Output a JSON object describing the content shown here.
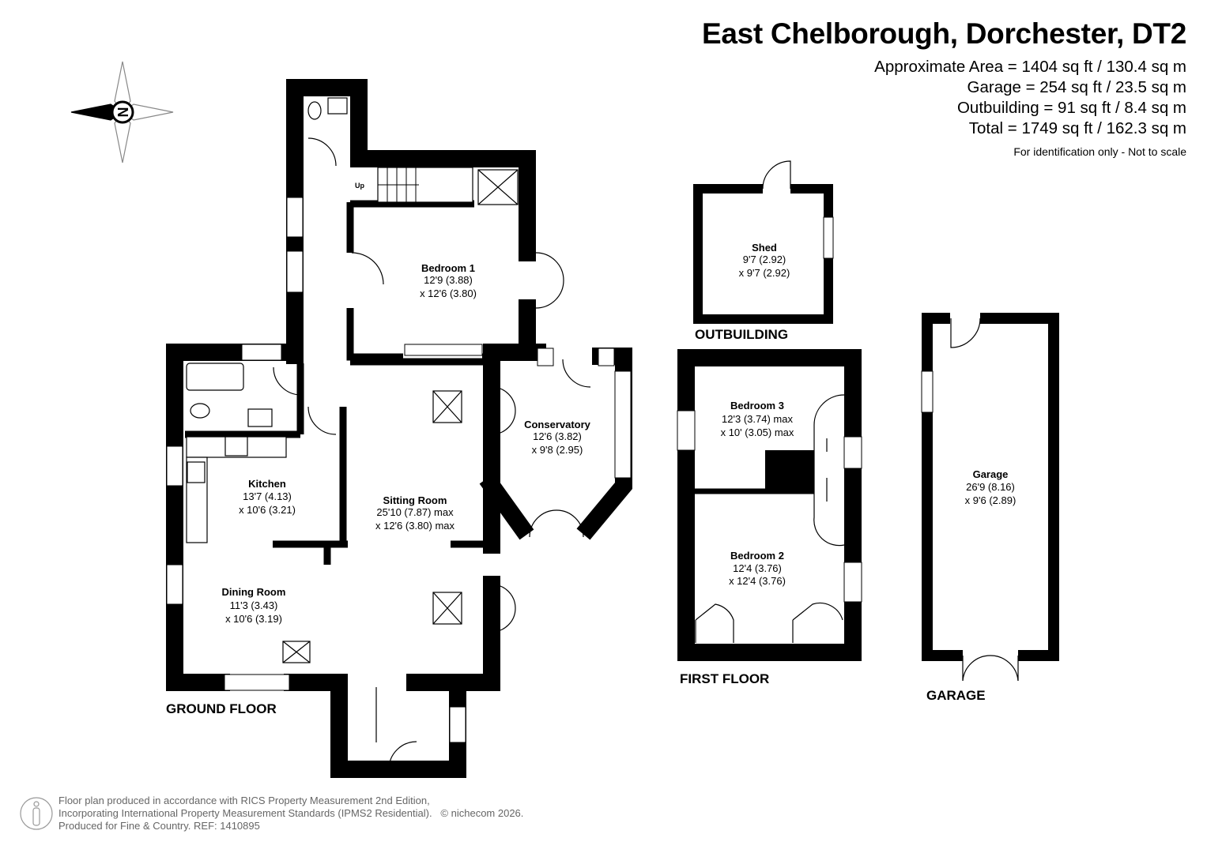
{
  "header": {
    "title": "East Chelborough, Dorchester, DT2",
    "areas": [
      "Approximate Area = 1404 sq ft / 130.4 sq m",
      "Garage = 254 sq ft / 23.5 sq m",
      "Outbuilding = 91 sq ft / 8.4 sq m",
      "Total = 1749 sq ft / 162.3 sq m"
    ],
    "note": "For identification only - Not to scale"
  },
  "compass": {
    "label": "N"
  },
  "floors": {
    "ground": "GROUND FLOOR",
    "first": "FIRST FLOOR",
    "outbuilding": "OUTBUILDING",
    "garage": "GARAGE"
  },
  "stairs_label": "Up",
  "rooms": {
    "bedroom1": {
      "name": "Bedroom 1",
      "dim1": "12'9 (3.88)",
      "dim2": "x 12'6 (3.80)"
    },
    "conservatory": {
      "name": "Conservatory",
      "dim1": "12'6 (3.82)",
      "dim2": "x 9'8 (2.95)"
    },
    "kitchen": {
      "name": "Kitchen",
      "dim1": "13'7 (4.13)",
      "dim2": "x 10'6 (3.21)"
    },
    "sitting": {
      "name": "Sitting Room",
      "dim1": "25'10 (7.87) max",
      "dim2": "x 12'6 (3.80) max"
    },
    "dining": {
      "name": "Dining Room",
      "dim1": "11'3 (3.43)",
      "dim2": "x 10'6 (3.19)"
    },
    "shed": {
      "name": "Shed",
      "dim1": "9'7 (2.92)",
      "dim2": "x 9'7 (2.92)"
    },
    "bedroom3": {
      "name": "Bedroom 3",
      "dim1": "12'3 (3.74) max",
      "dim2": "x 10' (3.05) max"
    },
    "bedroom2": {
      "name": "Bedroom 2",
      "dim1": "12'4 (3.76)",
      "dim2": "x 12'4 (3.76)"
    },
    "garage": {
      "name": "Garage",
      "dim1": "26'9 (8.16)",
      "dim2": "x 9'6 (2.89)"
    }
  },
  "footer": {
    "lines": [
      "Floor plan produced in accordance with RICS Property Measurement 2nd Edition,",
      "Incorporating International Property Measurement Standards (IPMS2 Residential).",
      "Produced for Fine & Country.   REF: 1410895"
    ],
    "copyright": "© nichecom 2026."
  }
}
